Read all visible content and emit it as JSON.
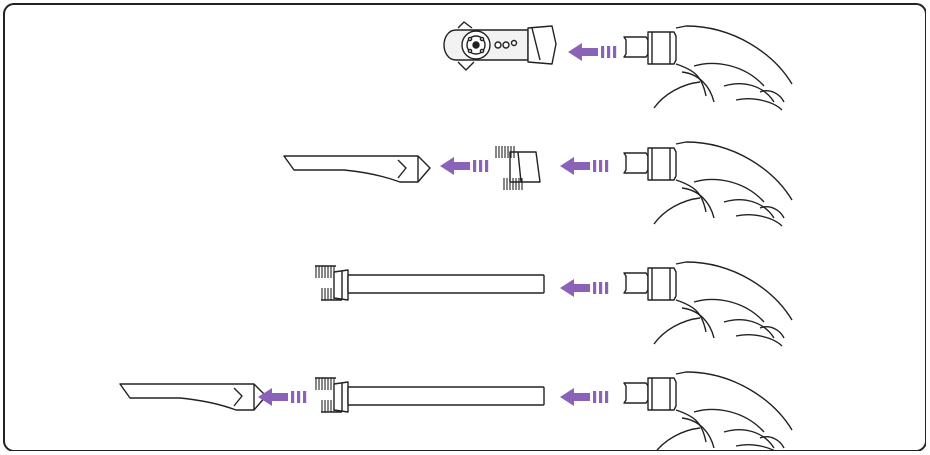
{
  "diagram": {
    "description_free": true,
    "accent_color": "#8a63b8",
    "line_color": "#222222",
    "rows": [
      {
        "attachments": [
          "motorized-brush-head"
        ],
        "arrows": 1
      },
      {
        "attachments": [
          "crevice-tool",
          "dusting-brush"
        ],
        "arrows": 2
      },
      {
        "attachments": [
          "brush-extension-wand"
        ],
        "arrows": 1
      },
      {
        "attachments": [
          "crevice-tool",
          "brush-extension-wand"
        ],
        "arrows": 2
      }
    ]
  }
}
